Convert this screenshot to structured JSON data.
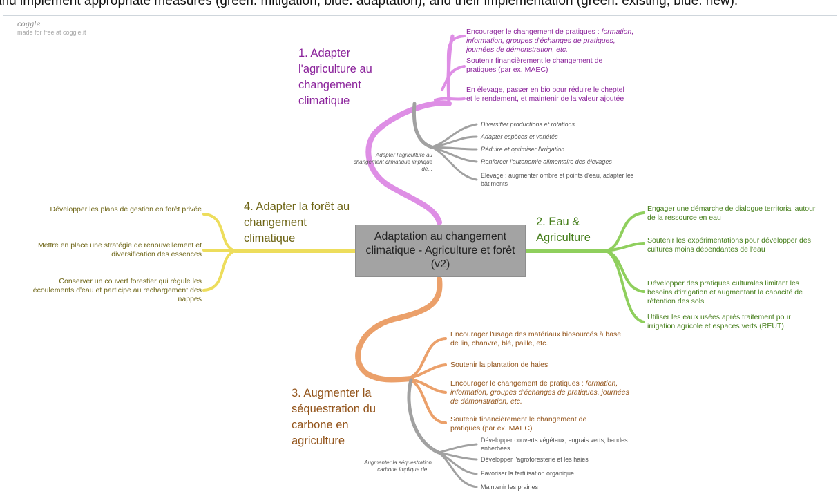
{
  "page_banner": "and implement appropriate measures (green: mitigation, blue: adaptation), and their implementation (green: existing, blue: new).",
  "logo": "coggle",
  "made_for": "made for free at coggle.it",
  "center": "Adaptation au changement climatique - Agriculture et forêt (v2)",
  "colors": {
    "purple": "#de8ee5",
    "gray": "#a1a1a1",
    "green": "#8fcf5d",
    "orange": "#eba06a",
    "yellow": "#eddd5c"
  },
  "branch1": {
    "title": "1. Adapter l'agriculture au changement climatique",
    "items": [
      {
        "text": "Encourager le changement de pratiques :",
        "italic": "formation, information, groupes d'échanges de pratiques, journées de démonstration, etc."
      },
      {
        "text": "Soutenir financièrement le changement de pratiques (par ex. MAEC)"
      },
      {
        "text": "En élevage, passer en bio pour réduire le cheptel et le rendement, et maintenir de la valeur ajoutée"
      }
    ],
    "implies_note": "Adapter l'agriculture au changement climatique implique de...",
    "implies": [
      "Diversifier productions et rotations",
      "Adapter espèces et variétés",
      "Réduire et optimiser l'irrigation",
      "Renforcer l'autonomie alimentaire des élevages",
      "Elevage : augmenter ombre et points d'eau, adapter les bâtiments"
    ]
  },
  "branch2": {
    "title": "2. Eau & Agriculture",
    "items": [
      "Engager une démarche de dialogue territorial autour de la ressource en eau",
      "Soutenir les expérimentations pour développer des cultures moins dépendantes de l'eau",
      "Développer des pratiques culturales limitant les besoins d'irrigation et augmentant la capacité de rétention des sols",
      "Utiliser les eaux usées après traitement pour irrigation agricole et espaces verts (REUT)"
    ]
  },
  "branch3": {
    "title": "3. Augmenter la séquestration du carbone en agriculture",
    "items": [
      {
        "text": "Encourager l'usage des matériaux biosourcés à base de lin, chanvre, blé, paille, etc."
      },
      {
        "text": "Soutenir la plantation de haies"
      },
      {
        "text": "Encourager le changement de pratiques :",
        "italic": "formation, information, groupes d'échanges de pratiques, journées de démonstration, etc."
      },
      {
        "text": "Soutenir financièrement le changement de pratiques (par ex. MAEC)"
      }
    ],
    "implies_note": "Augmenter la séquestration carbone implique de...",
    "implies": [
      "Développer couverts végétaux, engrais verts, bandes enherbées",
      "Développer l'agroforesterie et les haies",
      "Favoriser la fertilisation organique",
      "Maintenir les prairies"
    ]
  },
  "branch4": {
    "title": "4. Adapter la forêt au changement climatique",
    "items": [
      "Développer les plans de gestion en forêt privée",
      "Mettre en place une stratégie de renouvellement et diversification des essences",
      "Conserver un couvert forestier qui régule les écoulements d'eau et participe au rechargement des nappes"
    ]
  }
}
